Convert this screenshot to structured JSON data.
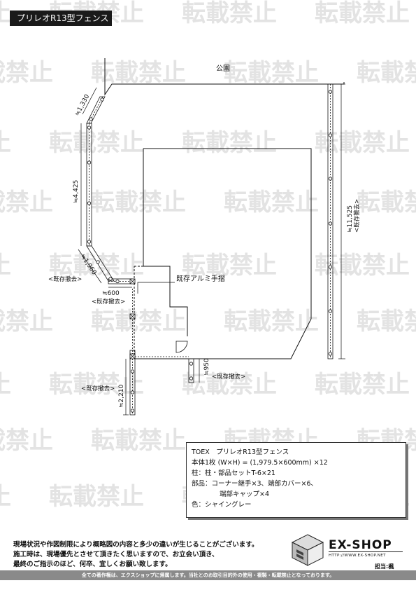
{
  "title": "プリレオR13型フェンス",
  "labels": {
    "park": "公園",
    "existing_handrail": "既存アルミ手摺",
    "dim_1330": "≒1,330",
    "dim_4425": "≒4,425",
    "dim_1960": "≒1,960",
    "dim_600": "≒600",
    "dim_11525": "≒11,525",
    "dim_950": "≒950",
    "dim_2210": "≒2,210",
    "removal_1": "<既存撤去>",
    "removal_2": "<既存撤去>",
    "removal_3": "<既存撤去>",
    "removal_4": "<既存撤去>",
    "removal_5": "<既存撤去>"
  },
  "watermark": "転載禁止",
  "spec": {
    "line1": "TOEX　プリレオR13型フェンス",
    "line2": "本体1枚 (W×H) = (1,979.5×600mm) ×12",
    "line3": "柱：柱・部品セットT-6×21",
    "line4": "部品：コーナー継手×3、端部カバー×6、",
    "line5": "端部キャップ×4",
    "line6": "色：シャイングレー"
  },
  "notes": {
    "line1": "現場状況や作図制限により概略図の内容と多少の違いが生じることがございます。",
    "line2": "施工時は、現場優先とさせて頂きたく思いますので、お立会い頂き、",
    "line3": "最終のご指示のほど、何卒、宜しくお願い致します。"
  },
  "logo": {
    "name": "EX-SHOP",
    "url": "HTTP://WWW.EX-SHOP.NET",
    "staff": "担当:楓"
  },
  "footer": "全ての著作権は、エクスショップに帰属します。当社とのお取引目的外の使用・複製・転載禁止となっております。",
  "colors": {
    "line": "#111111",
    "watermark": "#e3e3e3",
    "footer_bg": "#8a8a8a"
  }
}
